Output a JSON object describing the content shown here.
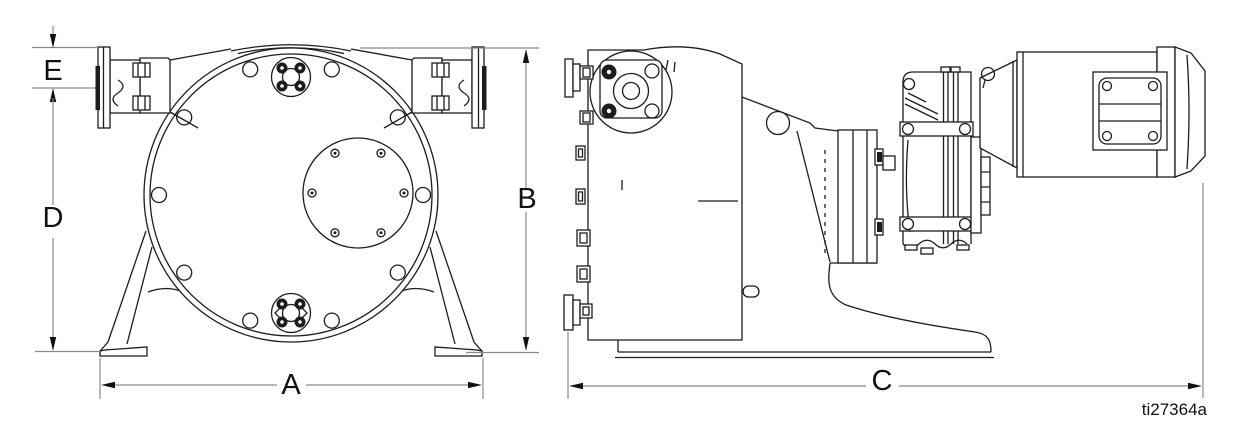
{
  "diagram": {
    "figure_id": "ti27364a",
    "dimension_labels": {
      "a": "A",
      "b": "B",
      "c": "C",
      "d": "D",
      "e": "E"
    },
    "colors": {
      "background": "#ffffff",
      "drawing_line": "#1c1c1c",
      "dimension_line": "#8a8a8a",
      "label_text": "#111111"
    }
  }
}
